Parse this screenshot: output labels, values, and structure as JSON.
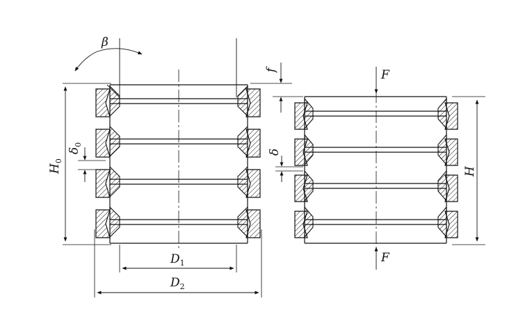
{
  "diagram": {
    "left_view": {
      "labels": {
        "H0": {
          "main": "H",
          "sub": "0"
        },
        "delta0": {
          "main": "δ",
          "sub": "0"
        },
        "D1": {
          "main": "D",
          "sub": "1"
        },
        "D2": {
          "main": "D",
          "sub": "2"
        },
        "beta": "β"
      },
      "ring_count": 4
    },
    "right_view": {
      "labels": {
        "H": "H",
        "f": "f",
        "delta": "δ",
        "F_top": "F",
        "F_bottom": "F"
      },
      "ring_count": 4
    },
    "colors": {
      "line": "#111111",
      "hatch": "#111111",
      "background": "#ffffff"
    }
  }
}
